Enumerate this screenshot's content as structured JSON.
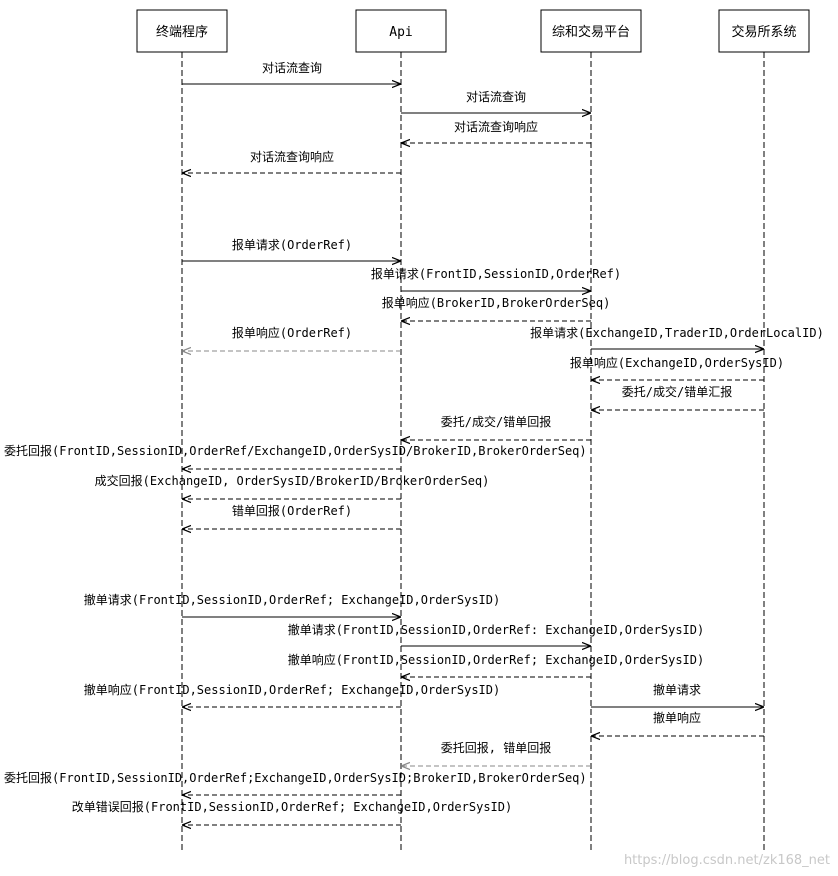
{
  "actors": [
    {
      "id": "terminal",
      "label": "终端程序"
    },
    {
      "id": "api",
      "label": "Api"
    },
    {
      "id": "platform",
      "label": "综和交易平台"
    },
    {
      "id": "exchange",
      "label": "交易所系统"
    }
  ],
  "messages": [
    {
      "id": "m1",
      "from": "terminal",
      "to": "api",
      "style": "solid",
      "label": "对话流查询"
    },
    {
      "id": "m2",
      "from": "api",
      "to": "platform",
      "style": "solid",
      "label": "对话流查询"
    },
    {
      "id": "m3",
      "from": "platform",
      "to": "api",
      "style": "dashed",
      "label": "对话流查询响应"
    },
    {
      "id": "m4",
      "from": "api",
      "to": "terminal",
      "style": "dashed",
      "label": "对话流查询响应"
    },
    {
      "id": "m5",
      "from": "terminal",
      "to": "api",
      "style": "solid",
      "label": "报单请求(OrderRef)"
    },
    {
      "id": "m6",
      "from": "api",
      "to": "platform",
      "style": "solid",
      "label": "报单请求(FrontID,SessionID,OrderRef)"
    },
    {
      "id": "m7",
      "from": "platform",
      "to": "api",
      "style": "dashed",
      "label": "报单响应(BrokerID,BrokerOrderSeq)"
    },
    {
      "id": "m8",
      "from": "api",
      "to": "terminal",
      "style": "dashed",
      "label": "报单响应(OrderRef)",
      "gray": true
    },
    {
      "id": "m9",
      "from": "platform",
      "to": "exchange",
      "style": "solid",
      "label": "报单请求(ExchangeID,TraderID,OrderLocalID)"
    },
    {
      "id": "m10",
      "from": "exchange",
      "to": "platform",
      "style": "dashed",
      "label": "报单响应(ExchangeID,OrderSysID)"
    },
    {
      "id": "m11",
      "from": "exchange",
      "to": "platform",
      "style": "dashed",
      "label": "委托/成交/错单汇报"
    },
    {
      "id": "m12",
      "from": "platform",
      "to": "api",
      "style": "dashed",
      "label": "委托/成交/错单回报"
    },
    {
      "id": "m13",
      "from": "api",
      "to": "terminal",
      "style": "dashed",
      "label": "委托回报(FrontID,SessionID,OrderRef/ExchangeID,OrderSysID/BrokerID,BrokerOrderSeq)"
    },
    {
      "id": "m14",
      "from": "api",
      "to": "terminal",
      "style": "dashed",
      "label": "成交回报(ExchangeID, OrderSysID/BrokerID/BrokerOrderSeq)"
    },
    {
      "id": "m15",
      "from": "api",
      "to": "terminal",
      "style": "dashed",
      "label": "错单回报(OrderRef)"
    },
    {
      "id": "m16",
      "from": "terminal",
      "to": "api",
      "style": "solid",
      "label": "撤单请求(FrontID,SessionID,OrderRef; ExchangeID,OrderSysID)"
    },
    {
      "id": "m17",
      "from": "api",
      "to": "platform",
      "style": "solid",
      "label": "撤单请求(FrontID,SessionID,OrderRef: ExchangeID,OrderSysID)"
    },
    {
      "id": "m18",
      "from": "platform",
      "to": "api",
      "style": "dashed",
      "label": "撤单响应(FrontID,SessionID,OrderRef; ExchangeID,OrderSysID)"
    },
    {
      "id": "m19",
      "from": "api",
      "to": "terminal",
      "style": "dashed",
      "label": "撤单响应(FrontID,SessionID,OrderRef; ExchangeID,OrderSysID)"
    },
    {
      "id": "m20",
      "from": "platform",
      "to": "exchange",
      "style": "solid",
      "label": "撤单请求"
    },
    {
      "id": "m21",
      "from": "exchange",
      "to": "platform",
      "style": "dashed",
      "label": "撤单响应"
    },
    {
      "id": "m22",
      "from": "platform",
      "to": "api",
      "style": "dashed",
      "label": "委托回报, 错单回报",
      "gray": true
    },
    {
      "id": "m23",
      "from": "api",
      "to": "terminal",
      "style": "dashed",
      "label": "委托回报(FrontID,SessionID,OrderRef;ExchangeID,OrderSysID;BrokerID,BrokerOrderSeq)"
    },
    {
      "id": "m24",
      "from": "api",
      "to": "terminal",
      "style": "dashed",
      "label": "改单错误回报(FrontID,SessionID,OrderRef; ExchangeID,OrderSysID)"
    }
  ],
  "watermark": "https://blog.csdn.net/zk168_net"
}
